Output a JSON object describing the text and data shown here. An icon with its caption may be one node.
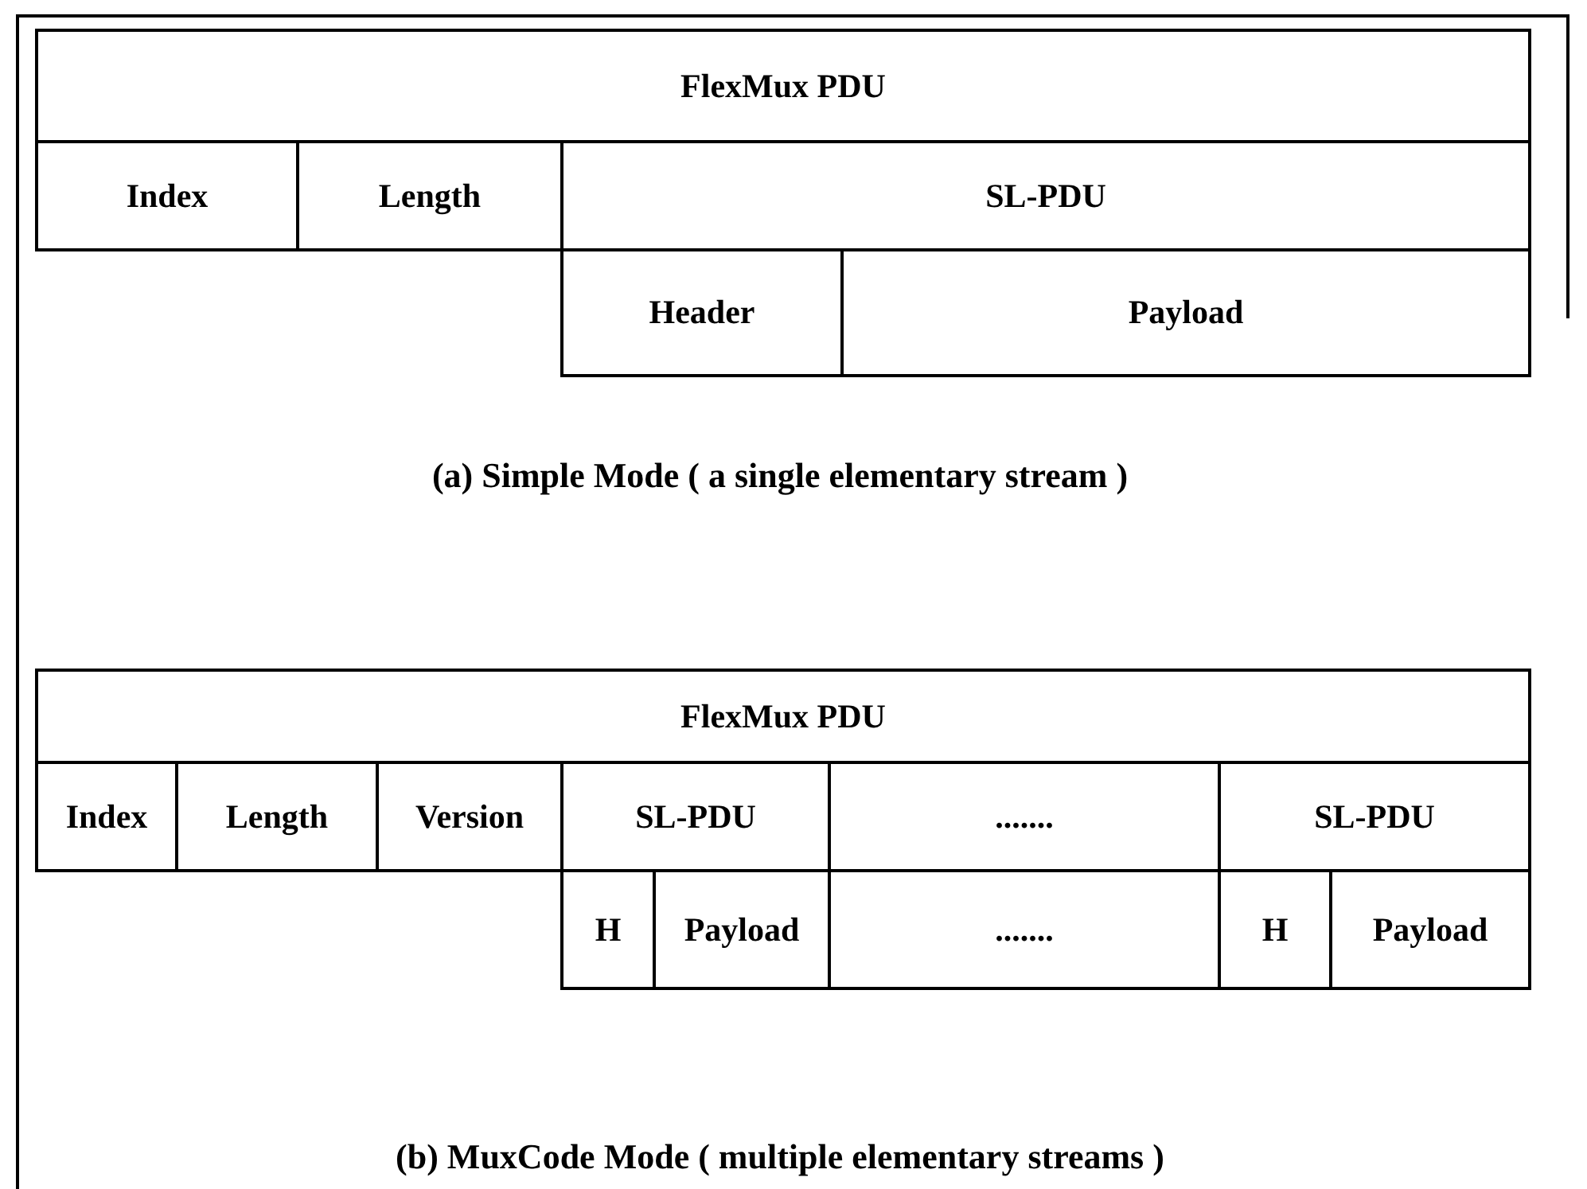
{
  "diagram": {
    "nodes": [
      {
        "text": [
          "FlexMux PDU"
        ]
      },
      {
        "text": [
          "Index"
        ]
      },
      {
        "text": [
          "Length"
        ]
      },
      {
        "text": [
          "SL-PDU"
        ]
      },
      {
        "text": [
          "Header"
        ]
      },
      {
        "text": [
          "Payload"
        ]
      },
      {
        "text": [
          "FlexMux PDU"
        ]
      },
      {
        "text": [
          "Index"
        ]
      },
      {
        "text": [
          "Length"
        ]
      },
      {
        "text": [
          "Version"
        ]
      },
      {
        "text": [
          "SL-PDU"
        ]
      },
      {
        "text": [
          "......."
        ]
      },
      {
        "text": [
          "SL-PDU"
        ]
      },
      {
        "text": [
          "H"
        ]
      },
      {
        "text": [
          "Payload"
        ]
      },
      {
        "text": [
          "......."
        ]
      },
      {
        "text": [
          "H"
        ]
      },
      {
        "text": [
          "Payload"
        ]
      }
    ],
    "labels": [
      "(a) Simple Mode ( a single elementary stream )",
      "(b) MuxCode Mode ( multiple elementary streams )"
    ]
  }
}
